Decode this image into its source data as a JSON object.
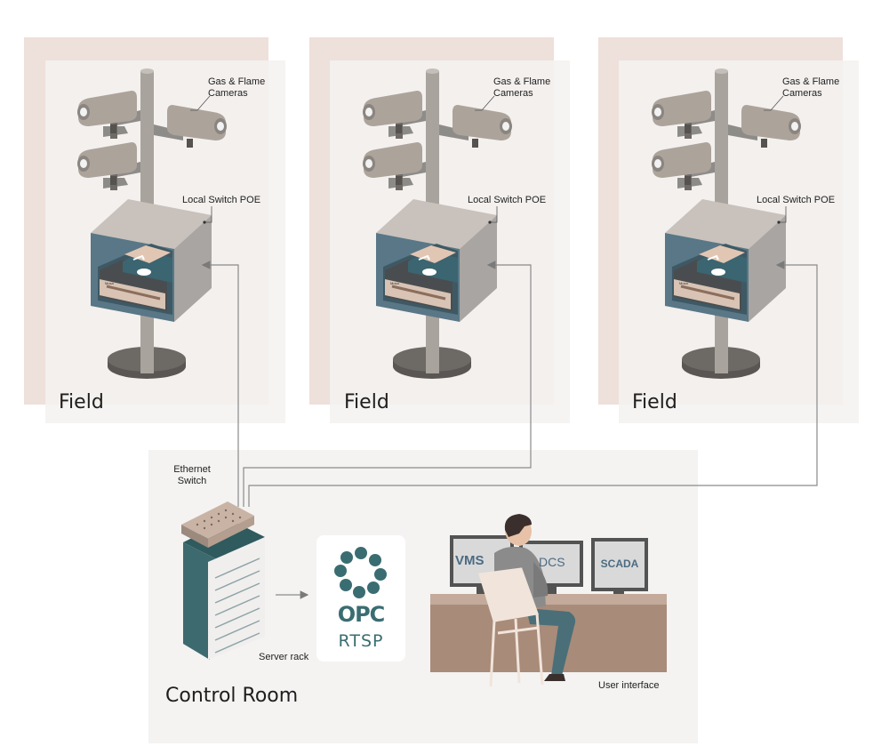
{
  "field_panels": [
    {
      "label": "Field",
      "cameras_label": "Gas & Flame\nCameras",
      "switch_label": "Local Switch POE"
    },
    {
      "label": "Field",
      "cameras_label": "Gas & Flame\nCameras",
      "switch_label": "Local Switch POE"
    },
    {
      "label": "Field",
      "cameras_label": "Gas & Flame\nCameras",
      "switch_label": "Local Switch POE"
    }
  ],
  "control_room": {
    "label": "Control Room",
    "ethernet_switch_label": "Ethernet\nSwitch",
    "server_rack_label": "Server rack",
    "protocols": [
      "OPC",
      "RTSP"
    ],
    "screens": [
      "VMS",
      "DCS",
      "SCADA"
    ],
    "user_interface_label": "User interface"
  },
  "colors": {
    "field_back": "#eee0da",
    "field_front": "#f3f2f1",
    "control_room_bg": "#f4f3f2",
    "pole": "#a9a39e",
    "camera": "#aaa29b",
    "box_top": "#c9c1bb",
    "box_side": "#a8a5a2",
    "box_front": "#597786",
    "rack_teal": "#2f5a5e",
    "desk": "#a88b79",
    "connector": "#8a8a8a",
    "opc_teal": "#3a6d72"
  }
}
